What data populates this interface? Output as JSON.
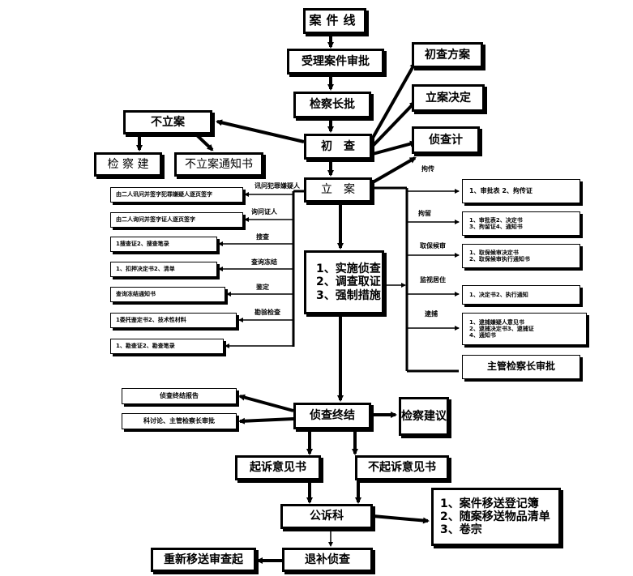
{
  "nodes": {
    "case_line": "案件线",
    "accept_approve": "受理案件审批",
    "chief_approve": "检察长批",
    "preliminary_plan": "初查方案",
    "filing_decision": "立案决定",
    "investigation_plan": "侦查计",
    "not_file": "不立案",
    "preliminary": "初　查",
    "procuratorial_suggestion": "检 察 建",
    "not_file_notice": "不立案通知书",
    "file_case": "立　案",
    "implement_lines": [
      "1、实施侦查",
      "2、调查取证",
      "3、强制措施"
    ],
    "end_investigation": "侦查终结",
    "procuratorial_suggestion2": "检察建议",
    "investigation_report": "侦查终结报告",
    "discussion_approve": "科讨论、主管检察长审批",
    "prosecution_opinion": "起诉意见书",
    "non_prosecution_opinion": "不起诉意见书",
    "public_prosecution": "公诉科",
    "transfer_lines": [
      "1、案件移送登记簿",
      "2、随案移送物品清单",
      "3、卷宗"
    ],
    "retransfer": "重新移送审查起",
    "supplementary": "退补侦查",
    "chief_approval_right": "主管检察长审批"
  },
  "left_docs": [
    {
      "label": "讯问犯罪嫌疑人",
      "doc": "由二人讯问并签字犯罪嫌疑人逐页签字"
    },
    {
      "label": "询问证人",
      "doc": "由二人询问并签字证人逐页签字"
    },
    {
      "label": "搜查",
      "doc": "1搜查证2、搜查笔录"
    },
    {
      "label": "查询冻结",
      "doc": "1、扣押决定书2、清单"
    },
    {
      "label": "鉴定",
      "doc": "查询冻结通知书"
    },
    {
      "label": "勘验检查",
      "doc": "1委托鉴定书2、技术性材料"
    },
    {
      "label": "",
      "doc": "1、勘查证2、勘查笔录"
    }
  ],
  "right_docs": [
    {
      "label": "拘传",
      "lines": [
        "1、审批表 2、拘传证"
      ]
    },
    {
      "label": "拘留",
      "lines": [
        "1、审批表2、决定书",
        "3、拘留证4、通知书"
      ]
    },
    {
      "label": "取保候审",
      "lines": [
        "1、取保候审决定书",
        "2、取保候审执行通知书"
      ]
    },
    {
      "label": "监视居住",
      "lines": [
        "1、决定书2、执行通知"
      ]
    },
    {
      "label": "逮捕",
      "lines": [
        "1、逮捕嫌疑人意见书",
        "2、逮捕决定书3、逮捕证",
        "4、通知书"
      ]
    }
  ]
}
